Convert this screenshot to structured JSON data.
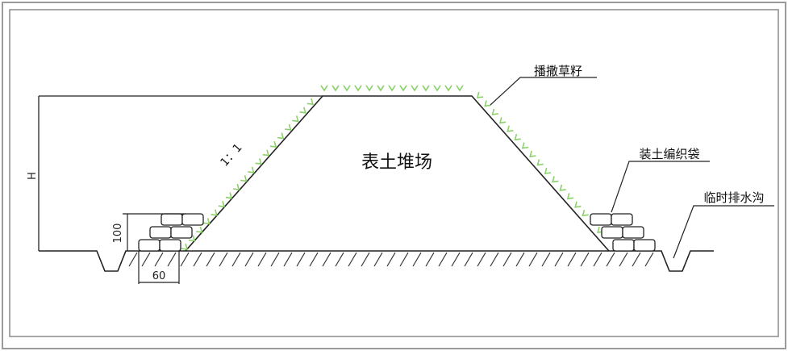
{
  "diagram": {
    "title": "表土堆场",
    "labels": {
      "grass_seeding": "播撒草籽",
      "soil_bags": "装土编织袋",
      "drain_ditch": "临时排水沟",
      "slope_ratio": "1：1",
      "height": "H",
      "bag_height": "100",
      "bag_width": "60"
    },
    "colors": {
      "line": "#222222",
      "grass": "#8bd16a",
      "frame": "#9a9a9a"
    }
  }
}
